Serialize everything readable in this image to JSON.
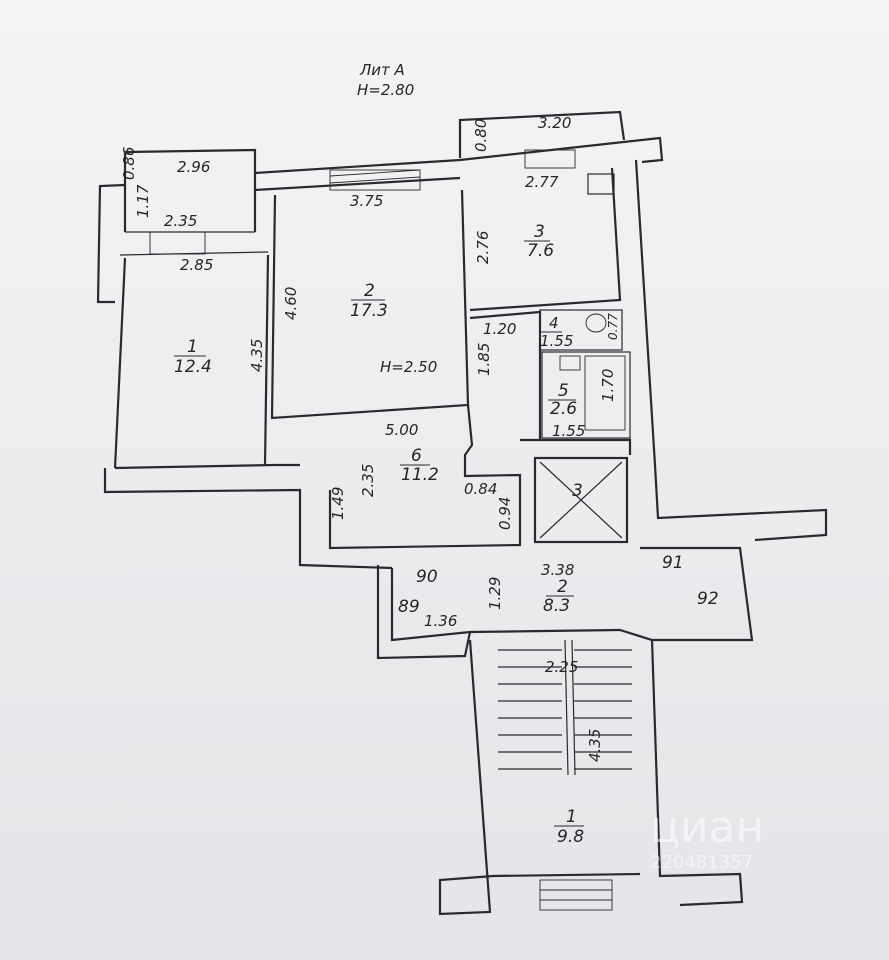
{
  "header": {
    "lit": "Лит А",
    "height": "H=2.80"
  },
  "rooms": {
    "room1": {
      "num": "1",
      "area": "12.4",
      "dims": [
        "4.35",
        "2.85"
      ]
    },
    "room2": {
      "num": "2",
      "area": "17.3",
      "dims": [
        "3.75",
        "4.60"
      ],
      "height": "H=2.50"
    },
    "room3": {
      "num": "3",
      "area": "7.6",
      "dims": [
        "2.77",
        "2.76"
      ]
    },
    "room4": {
      "num": "4",
      "area": "1.55",
      "dims": [
        "1.20",
        "0.77"
      ]
    },
    "room5": {
      "num": "5",
      "area": "2.6",
      "dims": [
        "1.55",
        "1.70",
        "1.85"
      ]
    },
    "room6": {
      "num": "6",
      "area": "11.2",
      "dims": [
        "5.00",
        "2.35",
        "1.49",
        "0.84",
        "0.94"
      ]
    }
  },
  "balconies": {
    "left": {
      "dims": [
        "2.96",
        "0.86",
        "1.17",
        "2.35"
      ]
    },
    "right": {
      "dims": [
        "3.20",
        "0.80"
      ]
    }
  },
  "shaft": {
    "label": "3"
  },
  "hall": {
    "num": "2",
    "area": "8.3",
    "dims": [
      "3.38",
      "1.29",
      "1.36"
    ],
    "doors": [
      "89",
      "90",
      "91",
      "92"
    ]
  },
  "stair": {
    "num": "1",
    "area": "9.8",
    "dims": [
      "2.25",
      "4.35"
    ]
  },
  "watermark": {
    "brand": "циан",
    "id": "220481357"
  }
}
